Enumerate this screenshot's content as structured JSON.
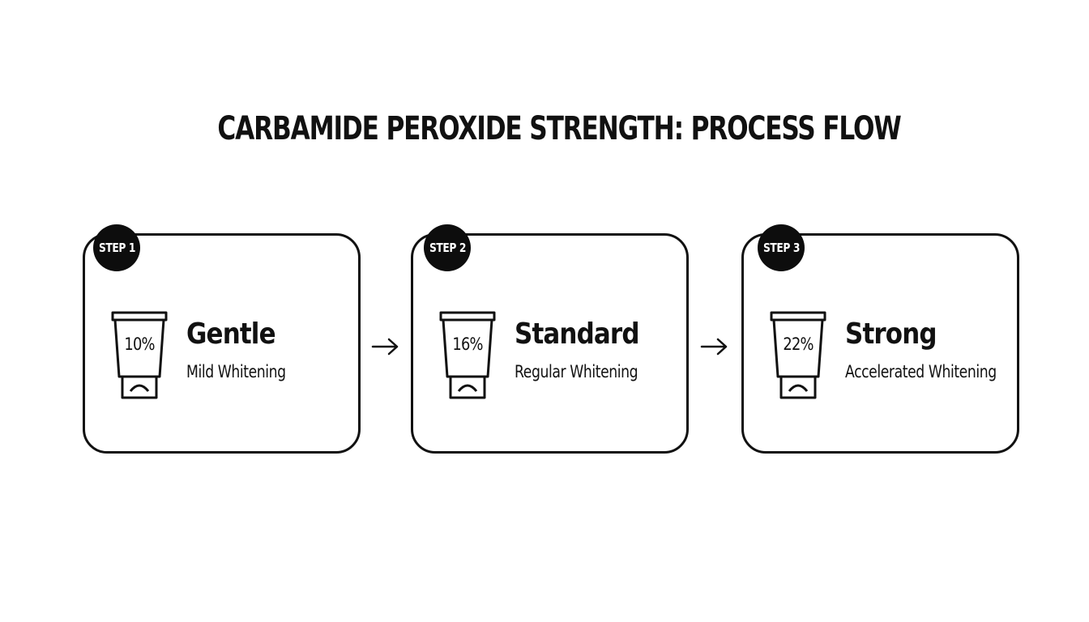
{
  "title": "CARBAMIDE PEROXIDE STRENGTH: PROCESS FLOW",
  "steps": [
    {
      "badge": "STEP 1",
      "percent": "10%",
      "name": "Gentle",
      "description": "Mild Whitening",
      "icon": "tube-icon"
    },
    {
      "badge": "STEP 2",
      "percent": "16%",
      "name": "Standard",
      "description": "Regular Whitening",
      "icon": "tube-icon"
    },
    {
      "badge": "STEP 3",
      "percent": "22%",
      "name": "Strong",
      "description": "Accelerated Whitening",
      "icon": "tube-icon"
    }
  ],
  "connector_icon": "arrow-right-icon",
  "colors": {
    "ink": "#111111",
    "badge": "#0d0d0d",
    "background": "#ffffff"
  }
}
